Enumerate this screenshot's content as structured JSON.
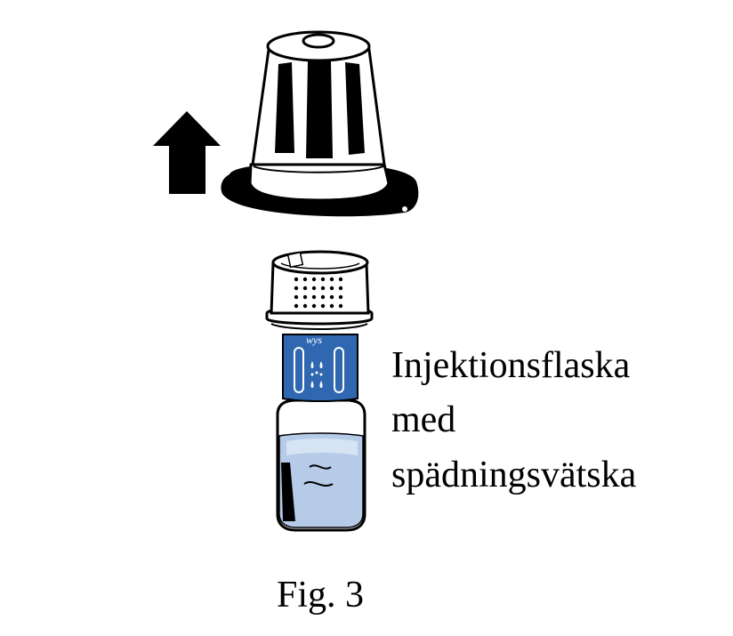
{
  "vial_label": {
    "lines": [
      "Injektionsflaska",
      "med",
      "spädningsvätska"
    ]
  },
  "caption": "Fig. 3",
  "adapter_logo": "wys",
  "colors": {
    "outline": "#000000",
    "label_band": "#2f68b0",
    "liquid": "#b5cbe8",
    "liquid_light": "#d6e3f3",
    "background": "#ffffff"
  },
  "icons": [
    "up-arrow-icon"
  ]
}
